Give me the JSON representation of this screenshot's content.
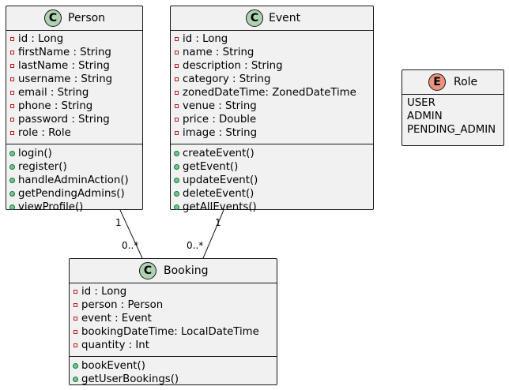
{
  "colors": {
    "class_badge": "#add1b2",
    "enum_badge": "#eb937f",
    "box_fill": "#f1f1f1",
    "border": "#181818",
    "private_marker": "#c82930",
    "public_marker": "#84be84"
  },
  "classes": {
    "person": {
      "badge": "C",
      "name": "Person",
      "fields": [
        "id : Long",
        "firstName : String",
        "lastName : String",
        "username : String",
        "email : String",
        "phone : String",
        "password : String",
        "role : Role"
      ],
      "methods": [
        "login()",
        "register()",
        "handleAdminAction()",
        "getPendingAdmins()",
        "viewProfile()"
      ]
    },
    "event": {
      "badge": "C",
      "name": "Event",
      "fields": [
        "id : Long",
        "name : String",
        "description : String",
        "category : String",
        "zonedDateTime: ZonedDateTime",
        "venue : String",
        "price : Double",
        "image : String"
      ],
      "methods": [
        "createEvent()",
        "getEvent()",
        "updateEvent()",
        "deleteEvent()",
        "getAllEvents()"
      ]
    },
    "role": {
      "badge": "E",
      "name": "Role",
      "values": [
        "USER",
        "ADMIN",
        "PENDING_ADMIN"
      ]
    },
    "booking": {
      "badge": "C",
      "name": "Booking",
      "fields": [
        "id : Long",
        "person : Person",
        "event : Event",
        "bookingDateTime: LocalDateTime",
        "quantity : Int"
      ],
      "methods": [
        "bookEvent()",
        "getUserBookings()"
      ]
    }
  },
  "associations": [
    {
      "from": "Person",
      "to": "Booking",
      "from_mult": "1",
      "to_mult": "0..*"
    },
    {
      "from": "Event",
      "to": "Booking",
      "from_mult": "1",
      "to_mult": "0..*"
    }
  ]
}
